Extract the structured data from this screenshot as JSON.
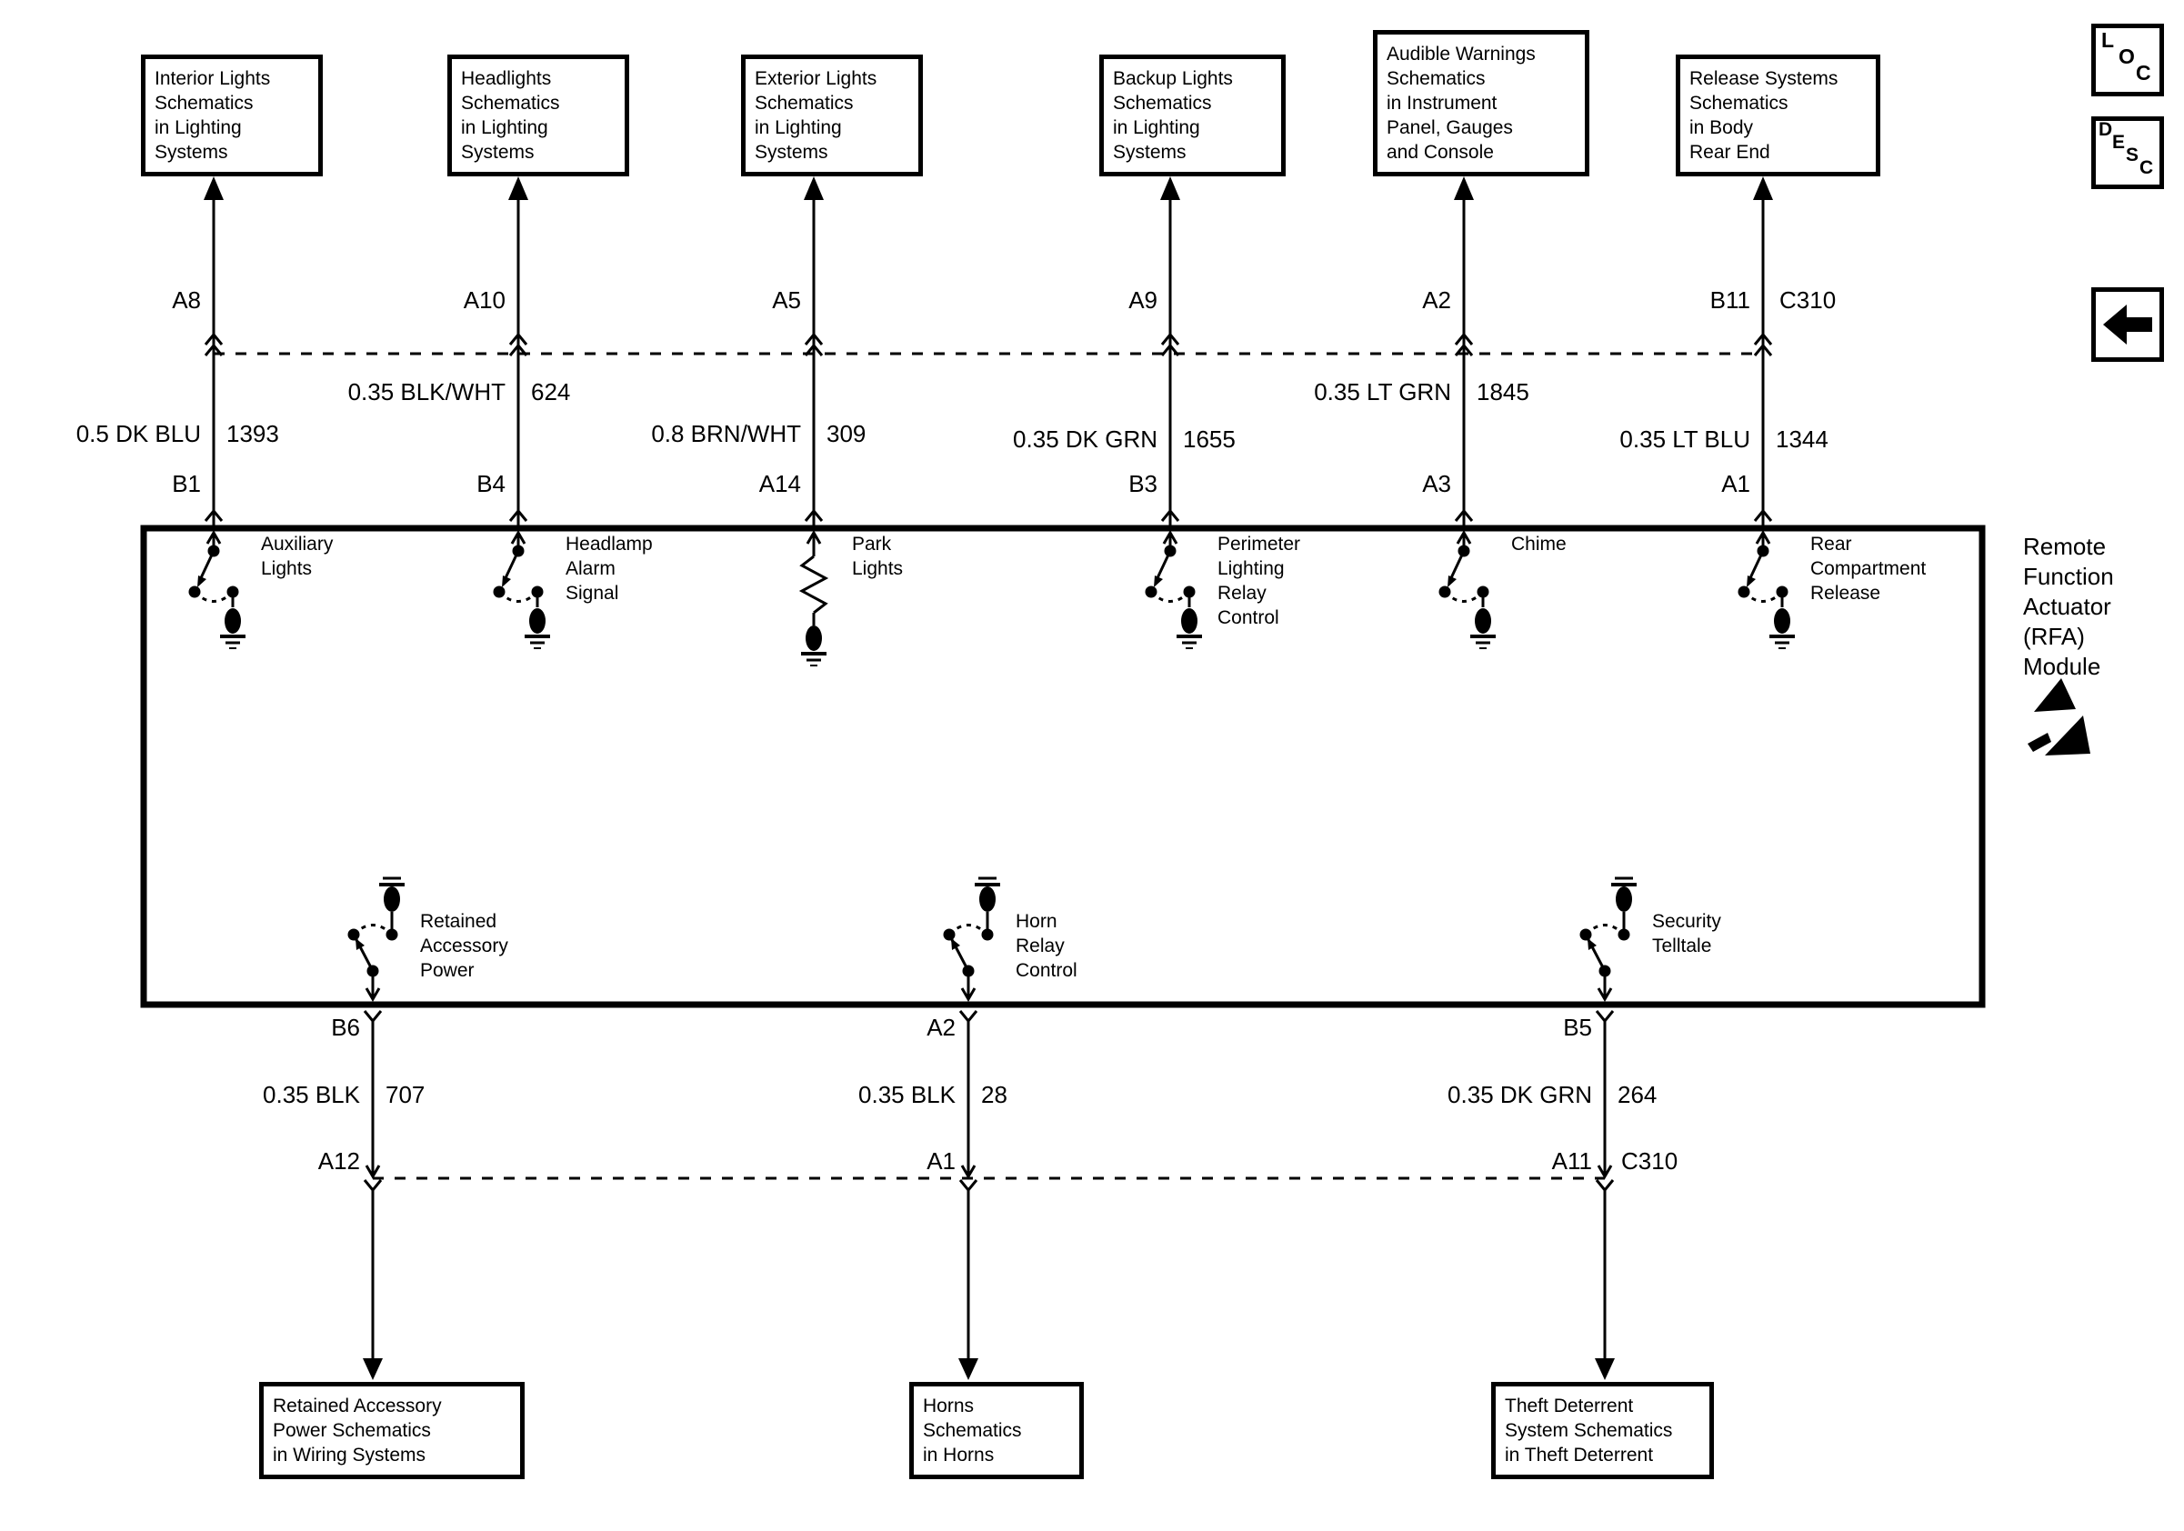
{
  "toolbar": {
    "loc_letters": [
      "L",
      "O",
      "C"
    ],
    "desc_letters": [
      "D",
      "E",
      "S",
      "C"
    ],
    "back_icon": "left-arrow"
  },
  "module": {
    "name": "Remote\nFunction\nActuator\n(RFA)\nModule"
  },
  "top_links": [
    {
      "label": "Interior Lights\nSchematics\nin Lighting\nSystems"
    },
    {
      "label": "Headlights\nSchematics\nin Lighting\nSystems"
    },
    {
      "label": "Exterior Lights\nSchematics\nin Lighting\nSystems"
    },
    {
      "label": "Backup Lights\nSchematics\nin Lighting\nSystems"
    },
    {
      "label": "Audible Warnings\nSchematics\nin Instrument\nPanel, Gauges\nand Console"
    },
    {
      "label": "Release Systems\nSchematics\nin Body\nRear End"
    }
  ],
  "top_circuits": [
    {
      "conn_pin": "A8",
      "wire_color": "0.5 DK BLU",
      "circuit": "1393",
      "module_pin": "B1",
      "function": "Auxiliary\nLights"
    },
    {
      "conn_pin": "A10",
      "wire_color": "0.35 BLK/WHT",
      "circuit": "624",
      "module_pin": "B4",
      "function": "Headlamp\nAlarm\nSignal"
    },
    {
      "conn_pin": "A5",
      "wire_color": "0.8 BRN/WHT",
      "circuit": "309",
      "module_pin": "A14",
      "function": "Park\nLights"
    },
    {
      "conn_pin": "A9",
      "wire_color": "0.35 DK GRN",
      "circuit": "1655",
      "module_pin": "B3",
      "function": "Perimeter\nLighting\nRelay\nControl"
    },
    {
      "conn_pin": "A2",
      "wire_color": "0.35 LT GRN",
      "circuit": "1845",
      "module_pin": "A3",
      "function": "Chime"
    },
    {
      "conn_pin": "B11",
      "connector": "C310",
      "wire_color": "0.35 LT BLU",
      "circuit": "1344",
      "module_pin": "A1",
      "function": "Rear\nCompartment\nRelease"
    }
  ],
  "bottom_circuits": [
    {
      "module_pin": "B6",
      "wire_color": "0.35 BLK",
      "circuit": "707",
      "conn_pin": "A12",
      "function": "Retained\nAccessory\nPower"
    },
    {
      "module_pin": "A2",
      "wire_color": "0.35 BLK",
      "circuit": "28",
      "conn_pin": "A1",
      "function": "Horn\nRelay\nControl"
    },
    {
      "module_pin": "B5",
      "wire_color": "0.35 DK GRN",
      "circuit": "264",
      "conn_pin": "A11",
      "connector": "C310",
      "function": "Security\nTelltale"
    }
  ],
  "bottom_links": [
    {
      "label": "Retained Accessory\nPower Schematics\nin Wiring Systems"
    },
    {
      "label": "Horns\nSchematics\nin Horns"
    },
    {
      "label": "Theft Deterrent\nSystem Schematics\nin Theft Deterrent"
    }
  ],
  "colors": {
    "ink": "#000000",
    "paper": "#ffffff"
  }
}
